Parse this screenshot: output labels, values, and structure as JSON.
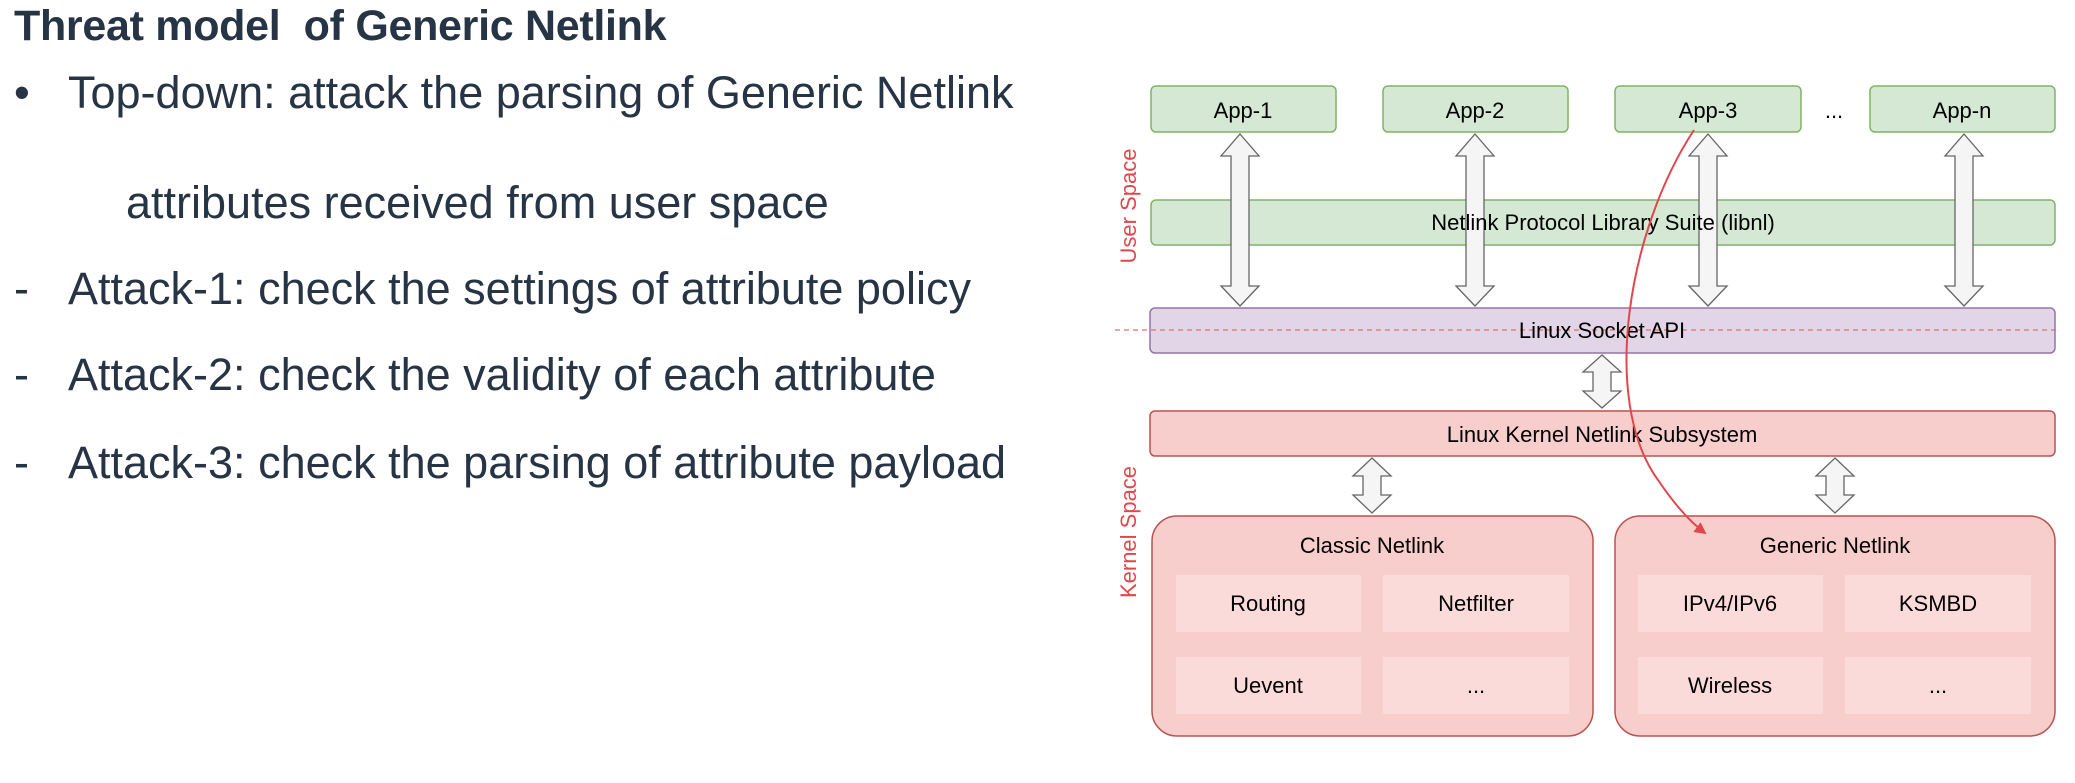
{
  "title": "Threat model  of Generic Netlink",
  "bullets": [
    {
      "marker": "•",
      "lines": [
        "Top-down: attack the parsing of Generic Netlink",
        "attributes received from user space"
      ]
    },
    {
      "marker": "-",
      "lines": [
        "Attack-1: check the settings of attribute policy"
      ]
    },
    {
      "marker": "-",
      "lines": [
        "Attack-2: check the validity of each attribute"
      ]
    },
    {
      "marker": "-",
      "lines": [
        "Attack-3: check the parsing of attribute payload"
      ]
    }
  ],
  "diagram": {
    "apps": [
      "App-1",
      "App-2",
      "App-3",
      "App-n"
    ],
    "apps_ellipsis": "...",
    "libnl_label": "Netlink Protocol Library Suite (libnl)",
    "socket_label": "Linux Socket API",
    "kernel_subsystem_label": "Linux Kernel Netlink Subsystem",
    "user_space_label": "User Space",
    "kernel_space_label": "Kernel Space",
    "classic": {
      "title": "Classic Netlink",
      "cells": [
        "Routing",
        "Netfilter",
        "Uevent",
        "..."
      ]
    },
    "generic": {
      "title": "Generic Netlink",
      "cells": [
        "IPv4/IPv6",
        "KSMBD",
        "Wireless",
        "..."
      ]
    },
    "colors": {
      "green_fill": "#d5e8d4",
      "green_stroke": "#82b366",
      "purple_fill": "#e1d5e7",
      "purple_stroke": "#9673a6",
      "red_fill": "#f8cecc",
      "red_stroke": "#b85450",
      "cell_fill": "#fadbd9",
      "label_red": "#e0474c",
      "text_dark": "#263445"
    }
  }
}
